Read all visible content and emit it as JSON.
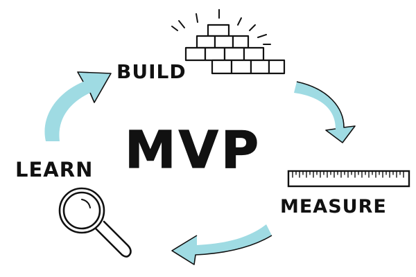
{
  "diagram": {
    "center_label": "MVP",
    "steps": [
      {
        "label": "BUILD",
        "icon": "brick-pyramid-icon"
      },
      {
        "label": "MEASURE",
        "icon": "ruler-icon"
      },
      {
        "label": "LEARN",
        "icon": "magnifying-glass-icon"
      }
    ],
    "colors": {
      "arrow_fill": "#9fdbe3",
      "ink": "#111111",
      "background": "#ffffff"
    }
  }
}
